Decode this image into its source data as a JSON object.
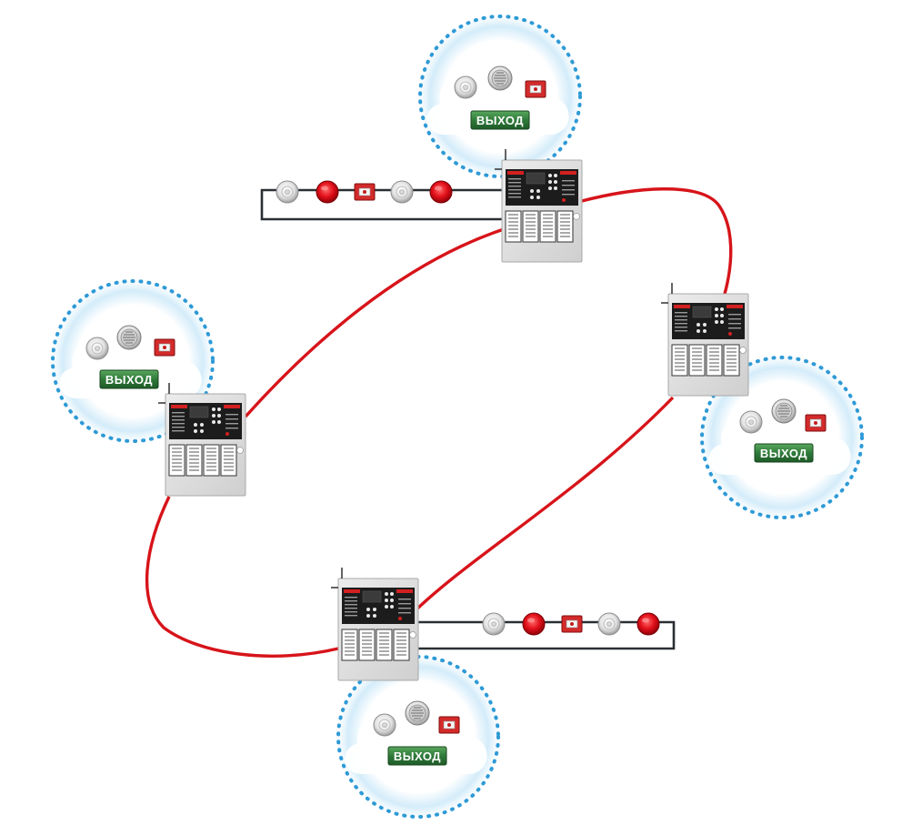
{
  "colors": {
    "ring_line": "#d7141a",
    "bus_line": "#2a2f33",
    "cloud_dots": "#2e9ad6",
    "cloud_glow": "#bfe3f7",
    "exit_sign": "#2f7a3a",
    "panel_body": "#dcdcdc",
    "panel_screen": "#1d1d1d",
    "call_point": "#d42a2a"
  },
  "exit_label": "ВЫХОД",
  "clouds": [
    {
      "id": "top",
      "exit_label": "ВЫХОД",
      "devices": [
        "smoke-detector-icon",
        "speaker-icon",
        "manual-call-point-icon"
      ]
    },
    {
      "id": "left",
      "exit_label": "ВЫХОД",
      "devices": [
        "smoke-detector-icon",
        "speaker-icon",
        "manual-call-point-icon"
      ]
    },
    {
      "id": "right",
      "exit_label": "ВЫХОД",
      "devices": [
        "smoke-detector-icon",
        "speaker-icon",
        "manual-call-point-icon"
      ]
    },
    {
      "id": "bottom",
      "exit_label": "ВЫХОД",
      "devices": [
        "smoke-detector-icon",
        "speaker-icon",
        "manual-call-point-icon"
      ]
    }
  ],
  "panels": [
    {
      "id": "top"
    },
    {
      "id": "right"
    },
    {
      "id": "left"
    },
    {
      "id": "bottom"
    }
  ],
  "device_chains": [
    {
      "id": "top-chain",
      "devices": [
        "smoke-detector-icon",
        "sounder-icon",
        "manual-call-point-icon",
        "smoke-detector-icon",
        "sounder-icon"
      ]
    },
    {
      "id": "bottom-chain",
      "devices": [
        "smoke-detector-icon",
        "sounder-icon",
        "manual-call-point-icon",
        "smoke-detector-icon",
        "sounder-icon"
      ]
    }
  ]
}
